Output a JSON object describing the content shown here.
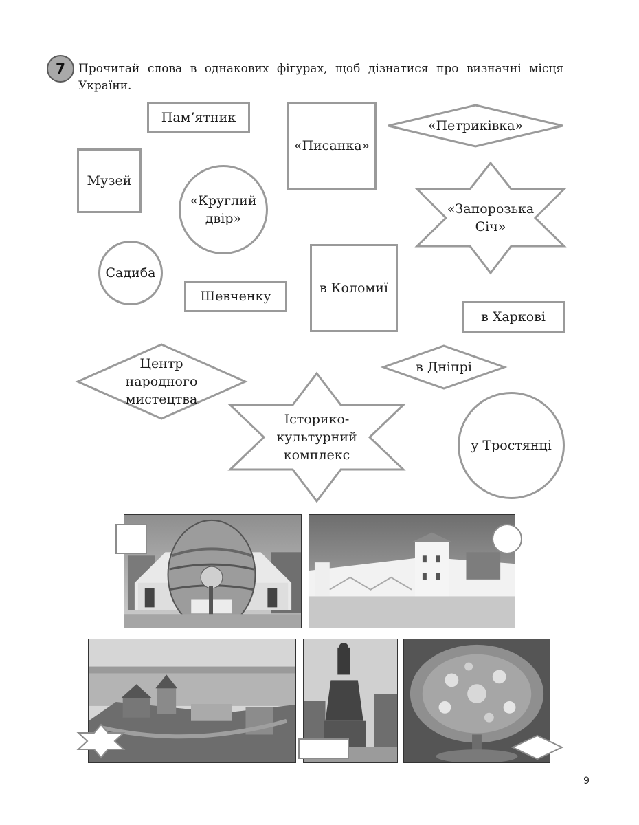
{
  "task": {
    "number": "7",
    "instruction": "Прочитай слова в однакових фігурах, щоб дізнатися про визначні місця України."
  },
  "shapes": {
    "pamiatnyk": "Пам’ятник",
    "pysanka": "«Писанка»",
    "petrykivka": "«Петриківка»",
    "muzei": "Музей",
    "kruhlyi_dvir_1": "«Круглий",
    "kruhlyi_dvir_2": "двір»",
    "zaporozka_sich_1": "«Запорозька",
    "zaporozka_sich_2": "Січ»",
    "sadyba": "Садиба",
    "shevchenku": "Шевченку",
    "v_kolomyi": "в Коломиї",
    "v_kharkovi": "в Харкові",
    "tsentr_1": "Центр",
    "tsentr_2": "народного",
    "tsentr_3": "мистецтва",
    "v_dnipri": "в Дніпрі",
    "istoryko_1": "Історико-",
    "istoryko_2": "культурний",
    "istoryko_3": "комплекс",
    "u_trostiantsi": "у Тростянці"
  },
  "page_number": "9"
}
